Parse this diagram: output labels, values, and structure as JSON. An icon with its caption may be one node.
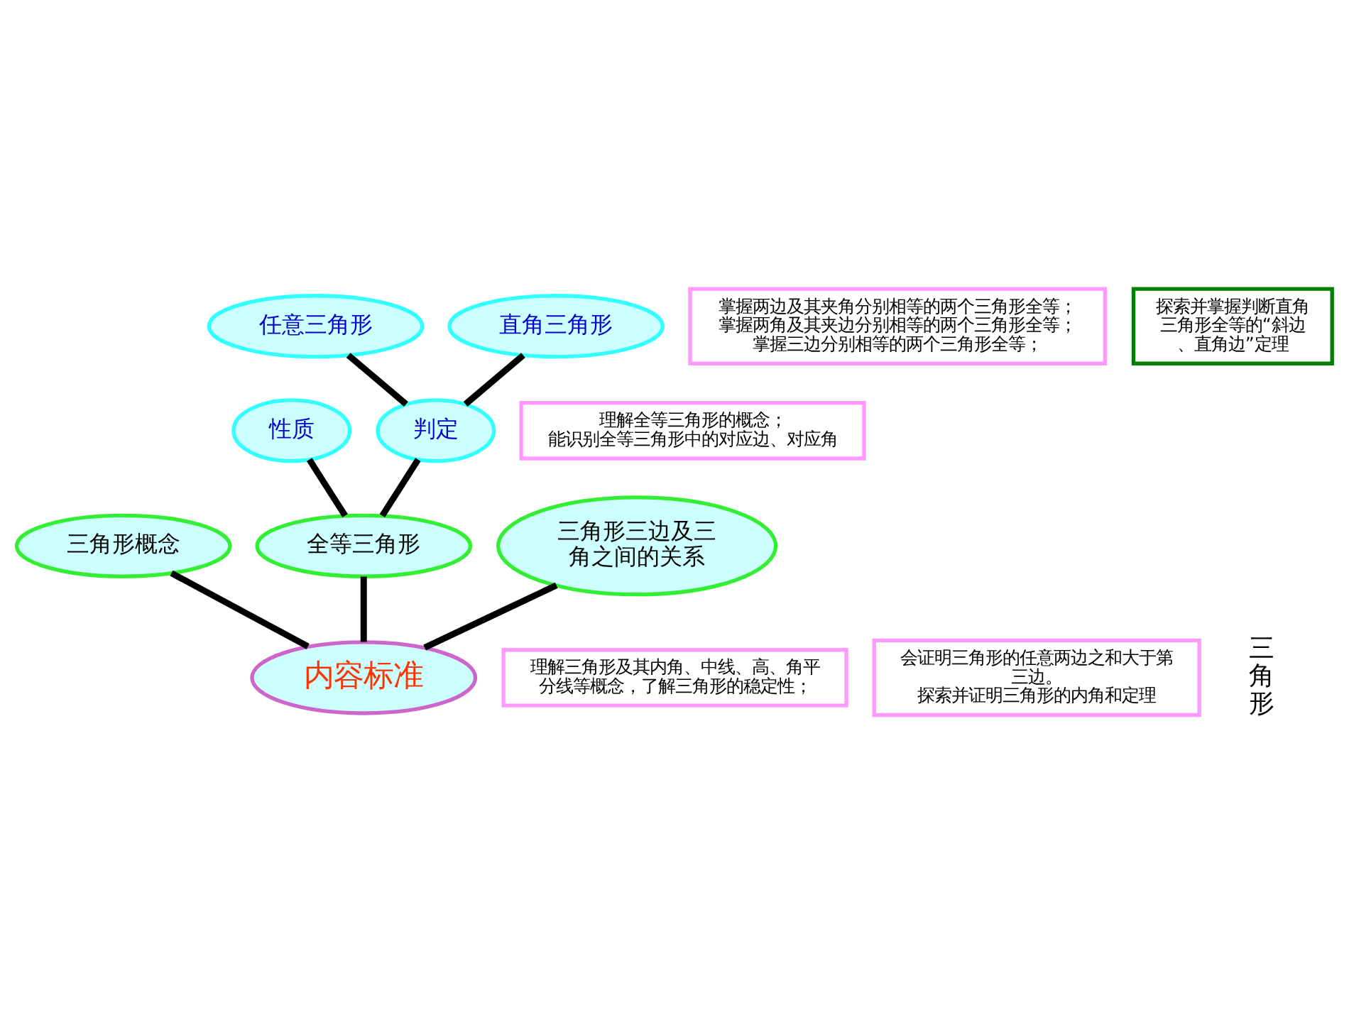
{
  "diagram": {
    "nodes": [
      {
        "text": [
          "内容标准"
        ]
      },
      {
        "text": [
          "三角形概念"
        ]
      },
      {
        "text": [
          "全等三角形"
        ]
      },
      {
        "text": [
          "三角形三边及三角之间的关系"
        ]
      },
      {
        "text": [
          "性质"
        ]
      },
      {
        "text": [
          "判定"
        ]
      },
      {
        "text": [
          "任意三角形"
        ]
      },
      {
        "text": [
          "直角三角形"
        ]
      },
      {
        "text": [
          "掌握两边及其夹角分别相等的两个三角形全等；",
          "掌握两角及其夹边分别相等的两个三角形全等；",
          "掌握三边分别相等的两个三角形全等；"
        ]
      },
      {
        "text": [
          "理解全等三角形的概念；",
          "能识别全等三角形中的对应边、对应角"
        ]
      },
      {
        "text": [
          "探索并掌握判断直角三角形全等的“斜边、直角边”定理"
        ]
      },
      {
        "text": [
          "理解三角形及其内角、中线、高、角平分线等概念，了解三角形的稳定性；"
        ]
      },
      {
        "text": [
          "会证明三角形的任意两边之和大于第三边。",
          "探索并证明三角形的内角和定理"
        ]
      }
    ],
    "edges": [
      {
        "from": 0,
        "to": 1,
        "arrow": "none"
      },
      {
        "from": 0,
        "to": 2,
        "arrow": "none"
      },
      {
        "from": 0,
        "to": 3,
        "arrow": "none"
      },
      {
        "from": 2,
        "to": 4,
        "arrow": "none"
      },
      {
        "from": 2,
        "to": 5,
        "arrow": "none"
      },
      {
        "from": 5,
        "to": 6,
        "arrow": "none"
      },
      {
        "from": 5,
        "to": 7,
        "arrow": "none"
      }
    ],
    "labels": [
      "三角形"
    ]
  }
}
